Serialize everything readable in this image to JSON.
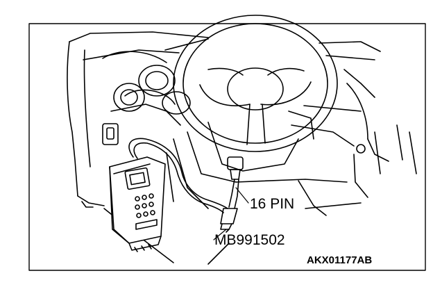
{
  "figure": {
    "connector_label": "16 PIN",
    "part_number": "MB991502",
    "figure_code": "AKX01177AB"
  },
  "colors": {
    "ink": "#000000",
    "paper": "#ffffff"
  }
}
